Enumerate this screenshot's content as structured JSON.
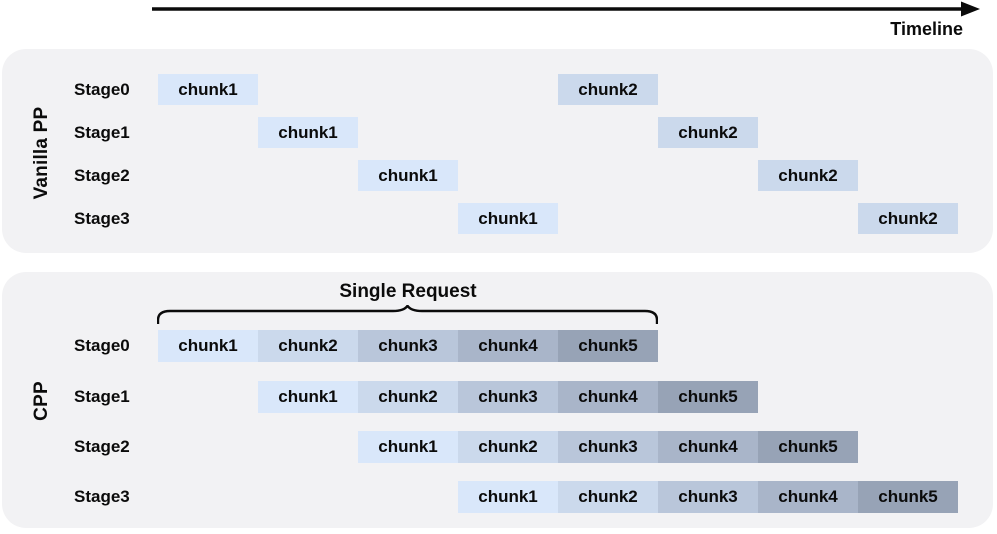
{
  "timeline": {
    "label": "Timeline"
  },
  "colors": {
    "panel_bg": "#f2f2f4",
    "chunk_palette": [
      "#d9e7fa",
      "#cbd9ec",
      "#b9c6da",
      "#a9b5c9",
      "#97a3b6"
    ],
    "text": "#0b0b0b"
  },
  "panels": [
    {
      "name": "vanilla-pp",
      "label": "Vanilla PP",
      "stages": [
        {
          "label": "Stage0",
          "chunks": [
            {
              "label": "chunk1",
              "t": 0,
              "shade": 0
            },
            {
              "label": "chunk2",
              "t": 4,
              "shade": 1
            }
          ]
        },
        {
          "label": "Stage1",
          "chunks": [
            {
              "label": "chunk1",
              "t": 1,
              "shade": 0
            },
            {
              "label": "chunk2",
              "t": 5,
              "shade": 1
            }
          ]
        },
        {
          "label": "Stage2",
          "chunks": [
            {
              "label": "chunk1",
              "t": 2,
              "shade": 0
            },
            {
              "label": "chunk2",
              "t": 6,
              "shade": 1
            }
          ]
        },
        {
          "label": "Stage3",
          "chunks": [
            {
              "label": "chunk1",
              "t": 3,
              "shade": 0
            },
            {
              "label": "chunk2",
              "t": 7,
              "shade": 1
            }
          ]
        }
      ]
    },
    {
      "name": "cpp",
      "label": "CPP",
      "annotation": {
        "label": "Single Request"
      },
      "stages": [
        {
          "label": "Stage0",
          "chunks": [
            {
              "label": "chunk1",
              "t": 0,
              "shade": 0
            },
            {
              "label": "chunk2",
              "t": 1,
              "shade": 1
            },
            {
              "label": "chunk3",
              "t": 2,
              "shade": 2
            },
            {
              "label": "chunk4",
              "t": 3,
              "shade": 3
            },
            {
              "label": "chunk5",
              "t": 4,
              "shade": 4
            }
          ]
        },
        {
          "label": "Stage1",
          "chunks": [
            {
              "label": "chunk1",
              "t": 1,
              "shade": 0
            },
            {
              "label": "chunk2",
              "t": 2,
              "shade": 1
            },
            {
              "label": "chunk3",
              "t": 3,
              "shade": 2
            },
            {
              "label": "chunk4",
              "t": 4,
              "shade": 3
            },
            {
              "label": "chunk5",
              "t": 5,
              "shade": 4
            }
          ]
        },
        {
          "label": "Stage2",
          "chunks": [
            {
              "label": "chunk1",
              "t": 2,
              "shade": 0
            },
            {
              "label": "chunk2",
              "t": 3,
              "shade": 1
            },
            {
              "label": "chunk3",
              "t": 4,
              "shade": 2
            },
            {
              "label": "chunk4",
              "t": 5,
              "shade": 3
            },
            {
              "label": "chunk5",
              "t": 6,
              "shade": 4
            }
          ]
        },
        {
          "label": "Stage3",
          "chunks": [
            {
              "label": "chunk1",
              "t": 3,
              "shade": 0
            },
            {
              "label": "chunk2",
              "t": 4,
              "shade": 1
            },
            {
              "label": "chunk3",
              "t": 5,
              "shade": 2
            },
            {
              "label": "chunk4",
              "t": 6,
              "shade": 3
            },
            {
              "label": "chunk5",
              "t": 7,
              "shade": 4
            }
          ]
        }
      ]
    }
  ]
}
